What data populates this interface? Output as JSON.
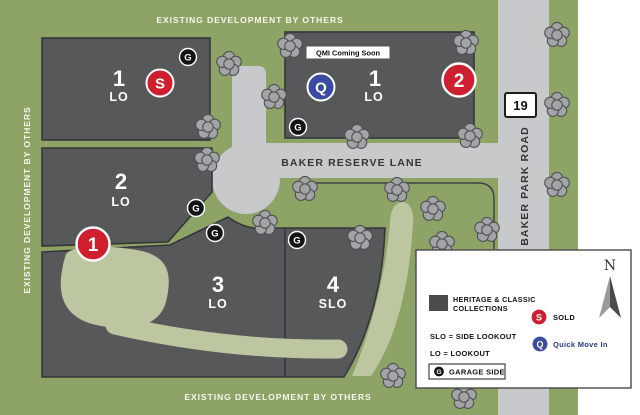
{
  "map": {
    "edge_label": "EXISTING DEVELOPMENT BY OTHERS",
    "roads": {
      "lane": "BAKER RESERVE LANE",
      "main_road": "BAKER PARK ROAD",
      "highway_shield": "19"
    },
    "qmi_sign": "QMI Coming Soon",
    "lots": {
      "lot1a": {
        "num": "1",
        "type": "LO"
      },
      "lot1b": {
        "num": "1",
        "type": "LO"
      },
      "lot2": {
        "num": "2",
        "type": "LO"
      },
      "lot3": {
        "num": "3",
        "type": "LO"
      },
      "lot4": {
        "num": "4",
        "type": "SLO"
      }
    },
    "badges": {
      "sold": "S",
      "qmi": "Q",
      "garage": "G",
      "marker1": "1",
      "marker2": "2"
    }
  },
  "legend": {
    "collection_line1": "HERITAGE & CLASSIC",
    "collection_line2": "COLLECTIONS",
    "slo_label": "SLO = SIDE LOOKOUT",
    "lo_label": "LO = LOOKOUT",
    "garage_label": "GARAGE SIDE",
    "sold_label": "SOLD",
    "qmi_label": "Quick Move In",
    "compass": "N"
  },
  "colors": {
    "background_green": "#8ea366",
    "light_green": "#bcc6a0",
    "road_gray": "#c8c9cb",
    "lot_gray": "#57585a",
    "sold_red": "#cf1f2f",
    "qmi_blue": "#3b4aa2",
    "garage_black": "#141414"
  }
}
